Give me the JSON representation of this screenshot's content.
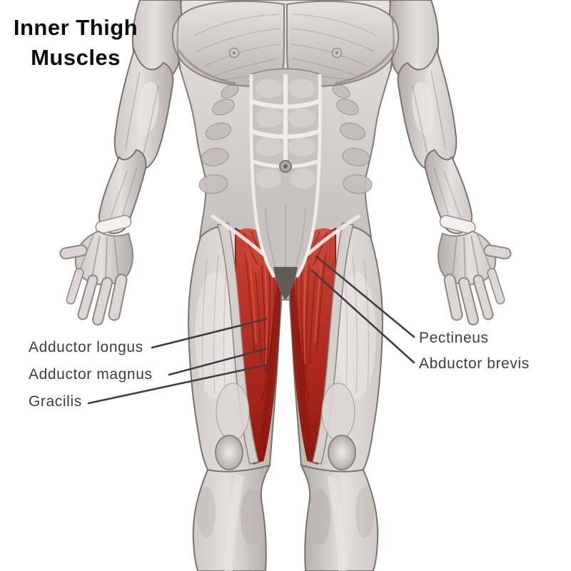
{
  "title": "Inner Thigh\nMuscles",
  "labels": {
    "adductor_longus": "Adductor longus",
    "adductor_magnus": "Adductor magnus",
    "gracilis": "Gracilis",
    "pectineus": "Pectineus",
    "abductor_brevis": "Abductor brevis"
  },
  "colors": {
    "highlight_muscle_red": "#b52a1e",
    "body_gray": "#c9c3bf",
    "label_text": "#3e3e3e",
    "leader_line": "#3f3f3f",
    "title_text": "#0c0c0c",
    "background": "#ffffff"
  }
}
